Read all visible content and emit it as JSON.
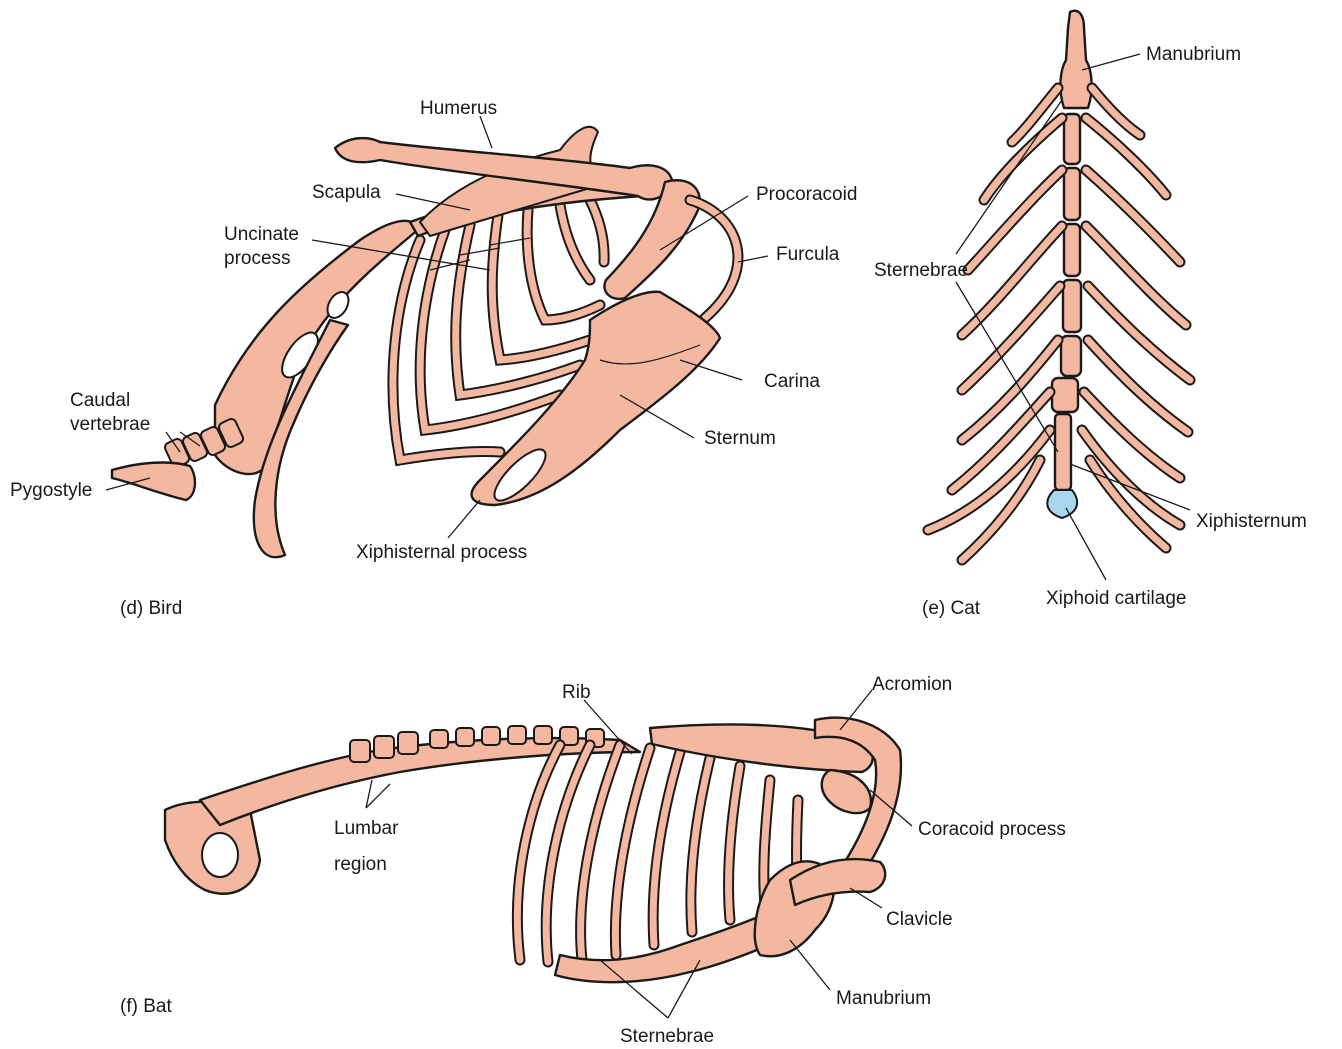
{
  "bird": {
    "caption": "(d) Bird",
    "labels": {
      "humerus": "Humerus",
      "scapula": "Scapula",
      "uncinate_1": "Uncinate",
      "uncinate_2": "process",
      "procoracoid": "Procoracoid",
      "furcula": "Furcula",
      "carina": "Carina",
      "sternum": "Sternum",
      "caudal_1": "Caudal",
      "caudal_2": "vertebrae",
      "pygostyle": "Pygostyle",
      "xiphisternal": "Xiphisternal process"
    }
  },
  "cat": {
    "caption": "(e) Cat",
    "labels": {
      "manubrium": "Manubrium",
      "sternebrae": "Sternebrae",
      "xiphisternum": "Xiphisternum",
      "xiphoid": "Xiphoid cartilage"
    }
  },
  "bat": {
    "caption": "(f) Bat",
    "labels": {
      "rib": "Rib",
      "acromion": "Acromion",
      "lumbar_1": "Lumbar",
      "lumbar_2": "region",
      "coracoid": "Coracoid process",
      "clavicle": "Clavicle",
      "manubrium": "Manubrium",
      "sternebrae": "Sternebrae"
    }
  },
  "colors": {
    "bone": "#f4b8a0",
    "cartilage": "#a9d6ee",
    "outline": "#1a1a1a"
  }
}
